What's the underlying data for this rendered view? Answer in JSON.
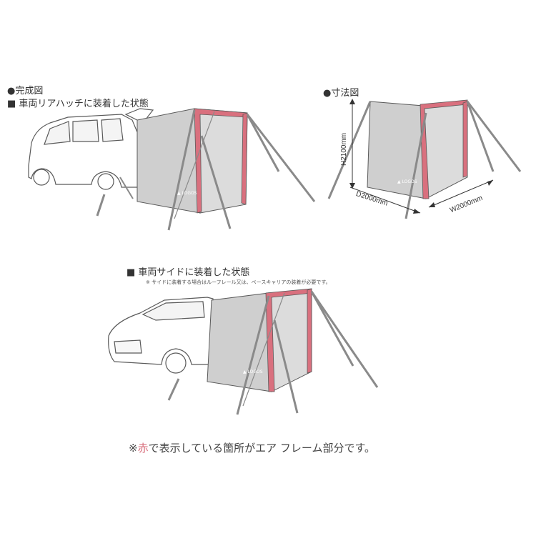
{
  "section_complete": {
    "title": "●完成図",
    "subtitle": "■ 車両リアハッチに装着した状態"
  },
  "section_dimensions": {
    "title": "●寸法図",
    "height_label": "H2100mm",
    "depth_label": "D2000mm",
    "width_label": "W2000mm"
  },
  "section_side": {
    "subtitle": "■ 車両サイドに装着した状態",
    "note": "※ サイドに装着する場合はルーフレール又は、ベースキャリアの装着が必要です。"
  },
  "footer": {
    "note_prefix": "※",
    "note_red": "赤",
    "note_suffix": "で表示している箇所がエア フレーム部分です。"
  },
  "colors": {
    "air_frame": "#d9707e",
    "panel": "#cfcfcf",
    "outline": "#5a5a5a",
    "pole": "#8a8a8a",
    "text": "#333333"
  }
}
